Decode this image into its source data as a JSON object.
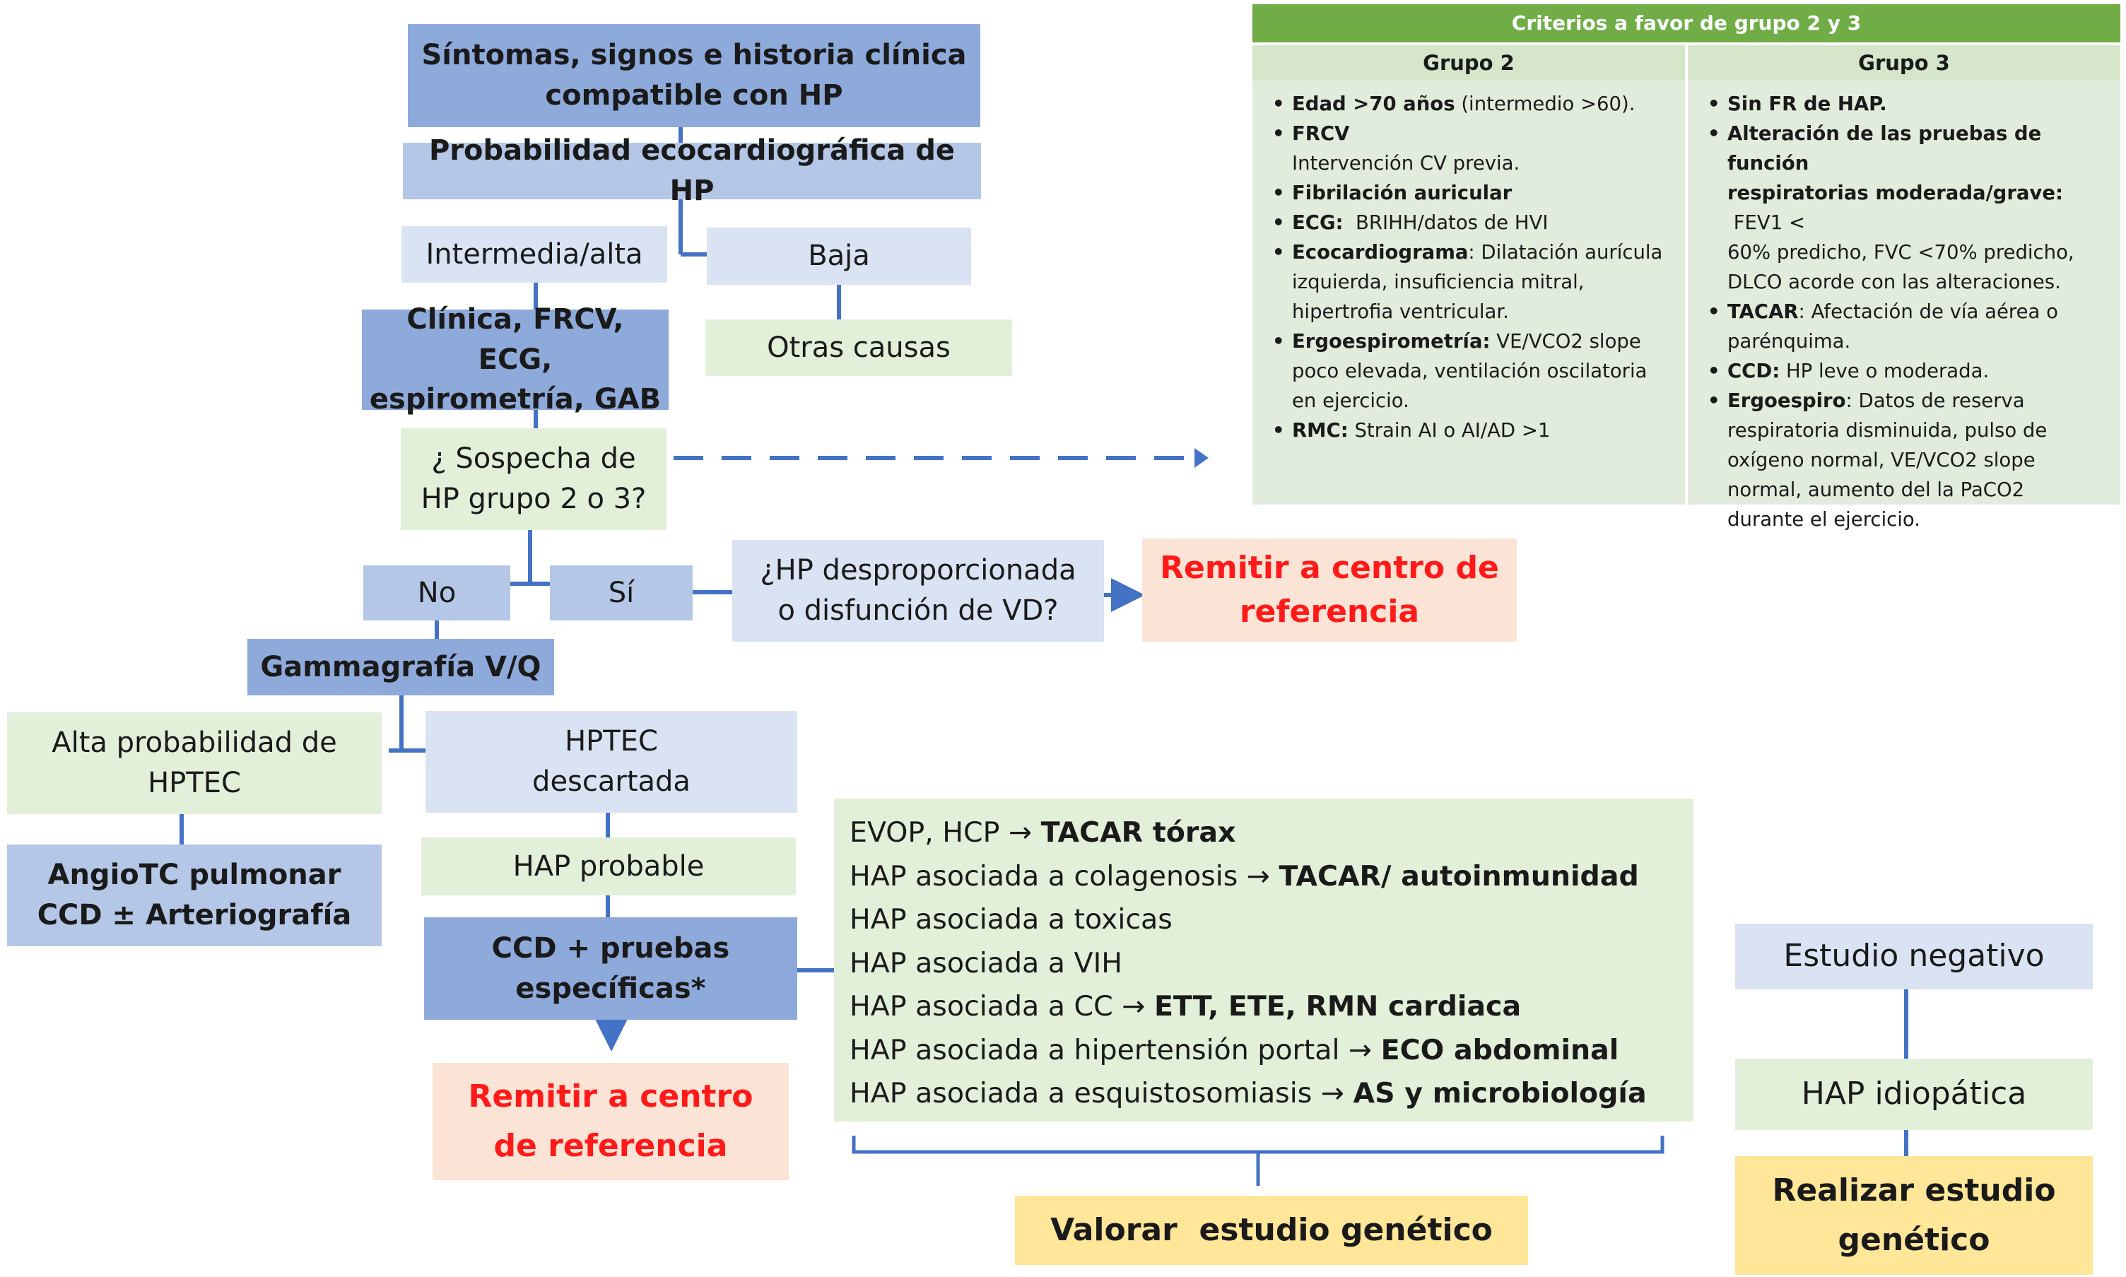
{
  "nodes": {
    "sintomas": [
      "Síntomas, signos e historia clínica",
      "compatible con HP"
    ],
    "probabilidad": "Probabilidad ecocardiográfica de HP",
    "intermedia": "Intermedia/alta",
    "baja": "Baja",
    "clinica": [
      "Clínica, FRCV, ECG,",
      "espirometría, GAB"
    ],
    "otras": "Otras causas",
    "sospecha": [
      "¿ Sospecha de",
      "HP grupo 2 o 3?"
    ],
    "no": "No",
    "si": "Sí",
    "desproporcionada": [
      "¿HP desproporcionada",
      "o disfunción de VD?"
    ],
    "remitir1": [
      "Remitir a centro de",
      "referencia"
    ],
    "gammagrafia": "Gammagrafía V/Q",
    "alta_prob": [
      "Alta probabilidad de",
      "HPTEC"
    ],
    "hptec_desc": [
      "HPTEC",
      "descartada"
    ],
    "angiotc": [
      "AngioTC pulmonar",
      "CCD ± Arteriografía"
    ],
    "hap_probable": "HAP probable",
    "ccd": [
      "CCD + pruebas",
      "específicas*"
    ],
    "remitir2": [
      "Remitir a centro",
      "de referencia"
    ],
    "valorar": "Valorar  estudio genético",
    "estudio_neg": "Estudio negativo",
    "hap_idio": "HAP idiopática",
    "realizar": [
      "Realizar estudio",
      "genético"
    ]
  },
  "causes": [
    {
      "text": "EVOP, HCP",
      "bold": "TACAR tórax"
    },
    {
      "text": "HAP asociada a colagenosis",
      "bold": "TACAR/ autoinmunidad"
    },
    {
      "text": "HAP asociada a toxicas",
      "bold": ""
    },
    {
      "text": "HAP asociada a VIH",
      "bold": ""
    },
    {
      "text": "HAP asociada a CC",
      "bold": "ETT, ETE, RMN cardiaca"
    },
    {
      "text": "HAP asociada a hipertensión portal",
      "bold": "ECO abdominal"
    },
    {
      "text": "HAP asociada a esquistosomiasis",
      "bold": "AS y microbiología"
    }
  ],
  "criteria": {
    "title": "Criterios a favor de grupo 2 y 3",
    "group2": {
      "heading": "Grupo 2",
      "items": [
        {
          "b": "Edad >70 años",
          "t": " (intermedio >60)."
        },
        {
          "b": "FRCV",
          "t": ""
        },
        {
          "b": "",
          "t": "Intervención CV previa.",
          "cont": true
        },
        {
          "b": "Fibrilación auricular",
          "t": ""
        },
        {
          "b": "ECG:",
          "t": "  BRIHH/datos de HVI"
        },
        {
          "b": "Ecocardiograma",
          "t": ": Dilatación aurícula"
        },
        {
          "b": "",
          "t": "izquierda, insuficiencia mitral,",
          "cont": true
        },
        {
          "b": "",
          "t": "hipertrofia ventricular.",
          "cont": true
        },
        {
          "b": "Ergoespirometría:",
          "t": " VE/VCO2 slope"
        },
        {
          "b": "",
          "t": "poco elevada, ventilación oscilatoria",
          "cont": true
        },
        {
          "b": "",
          "t": "en ejercicio.",
          "cont": true
        },
        {
          "b": "RMC:",
          "t": " Strain AI o AI/AD >1"
        }
      ]
    },
    "group3": {
      "heading": "Grupo 3",
      "items": [
        {
          "b": "Sin FR de HAP.",
          "t": ""
        },
        {
          "b": "Alteración de las pruebas de función",
          "t": ""
        },
        {
          "b": "respiratorias moderada/grave:",
          "t": " FEV1 <",
          "cont": true
        },
        {
          "b": "",
          "t": "60% predicho, FVC <70% predicho,",
          "cont": true
        },
        {
          "b": "",
          "t": "DLCO acorde con las alteraciones.",
          "cont": true
        },
        {
          "b": "TACAR",
          "t": ": Afectación de vía aérea o"
        },
        {
          "b": "",
          "t": "parénquima.",
          "cont": true
        },
        {
          "b": "CCD:",
          "t": " HP leve o moderada."
        },
        {
          "b": "Ergoespiro",
          "t": ": Datos de reserva"
        },
        {
          "b": "",
          "t": "respiratoria disminuida, pulso de",
          "cont": true
        },
        {
          "b": "",
          "t": "oxígeno normal, VE/VCO2 slope",
          "cont": true
        },
        {
          "b": "",
          "t": "normal, aumento del la PaCO2",
          "cont": true
        },
        {
          "b": "",
          "t": "durante el ejercicio.",
          "cont": true
        }
      ]
    }
  },
  "colors": {
    "connector": "#4472c4",
    "dark_blue": "#8eaadb",
    "mid_blue": "#b4c7e7",
    "light_blue": "#dae3f3",
    "green": "#e2f0d9",
    "salmon": "#fbe3d6",
    "red_text": "#ff1a1a",
    "gold": "#ffe699",
    "criteria_header": "#70ad47"
  }
}
